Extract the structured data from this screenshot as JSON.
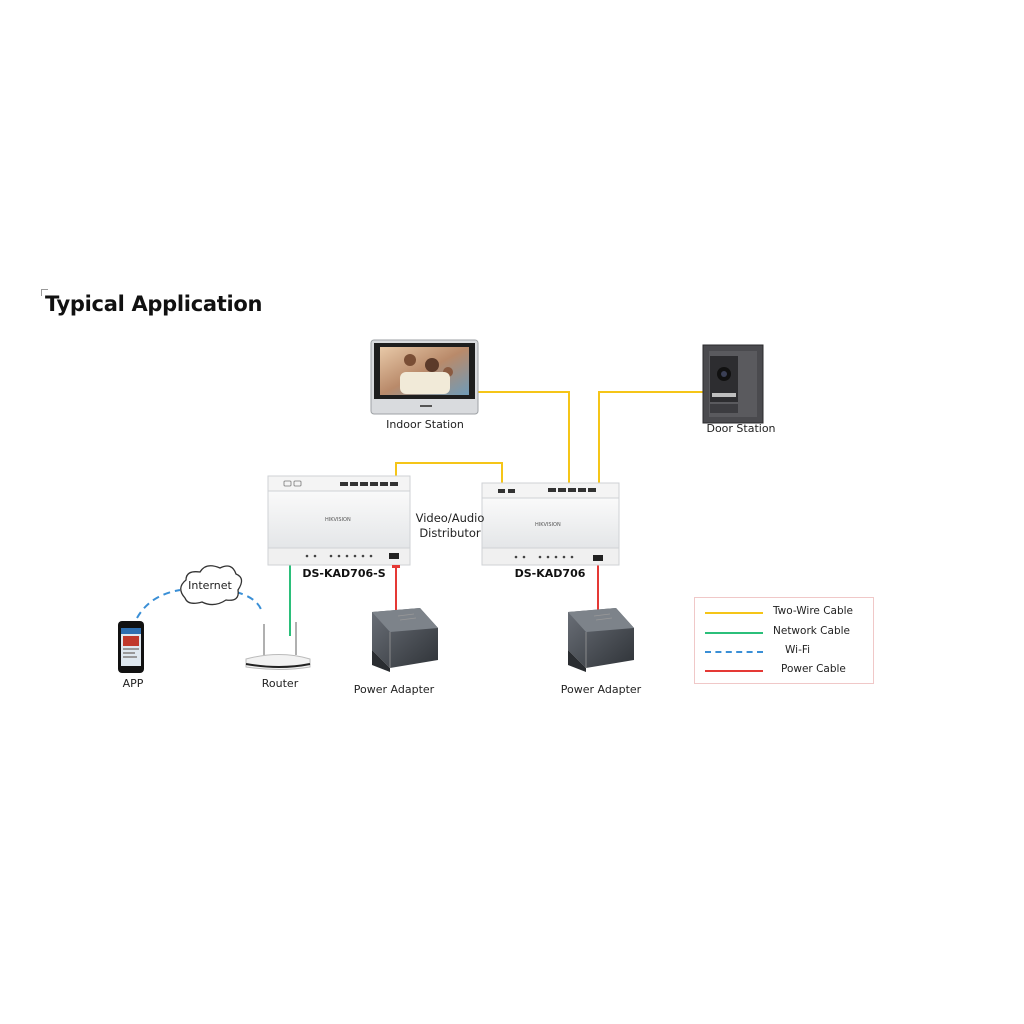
{
  "title": "Typical Application",
  "devices": {
    "indoor_station": "Indoor Station",
    "door_station": "Door Station",
    "distributor": "Video/Audio\nDistributor",
    "distributor_line1": "Video/Audio",
    "distributor_line2": "Distributor",
    "kad706s": "DS-KAD706-S",
    "kad706": "DS-KAD706",
    "app": "APP",
    "router": "Router",
    "power_adapter_1": "Power Adapter",
    "power_adapter_2": "Power Adapter",
    "internet": "Internet",
    "brand": "HIKVISION"
  },
  "legend": {
    "items": [
      {
        "label": "Two-Wire Cable",
        "color": "#f5c518",
        "style": "solid"
      },
      {
        "label": "Network Cable",
        "color": "#2bbf7a",
        "style": "solid"
      },
      {
        "label": "Wi-Fi",
        "color": "#3a8fd6",
        "style": "dashed"
      },
      {
        "label": "Power Cable",
        "color": "#e53935",
        "style": "solid"
      }
    ]
  },
  "colors": {
    "two_wire": "#f5c518",
    "network": "#2bbf7a",
    "wifi": "#3a8fd6",
    "power": "#e53935"
  }
}
